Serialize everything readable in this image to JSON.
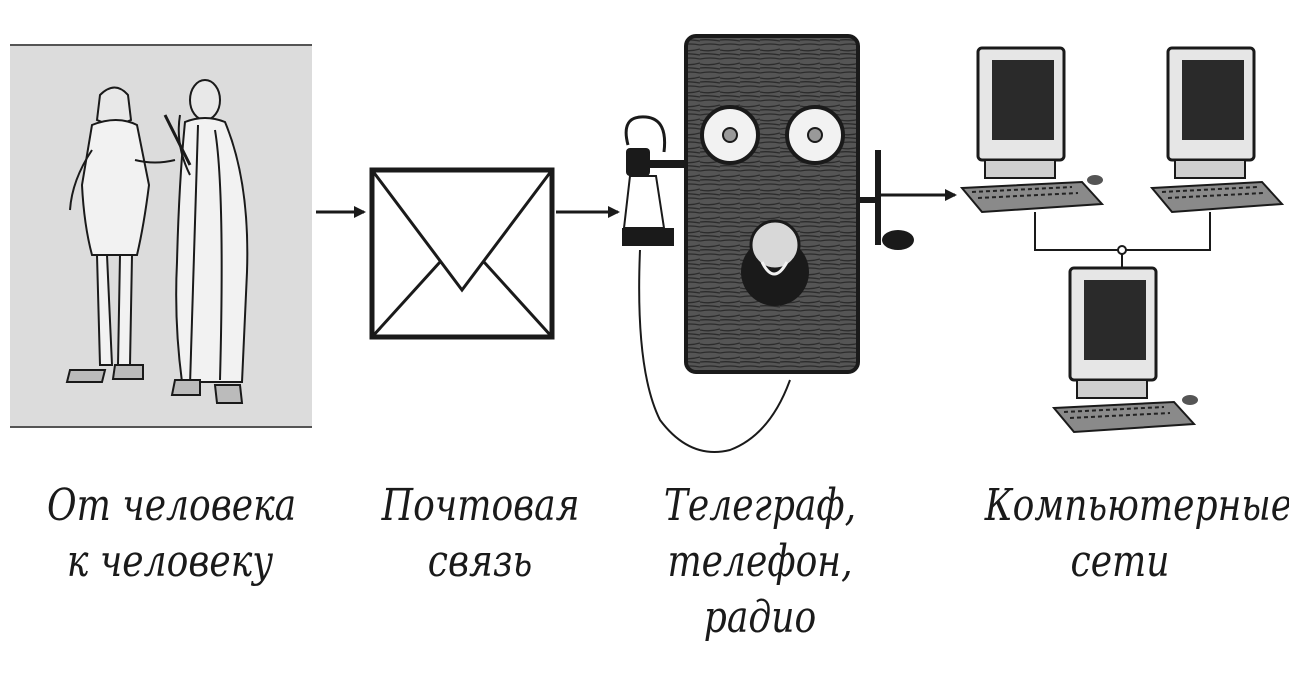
{
  "stages": [
    {
      "id": "people",
      "lines": [
        "От человека",
        "к человеку"
      ],
      "icon": "people-talking-illustration"
    },
    {
      "id": "post",
      "lines": [
        "Почтовая",
        "связь"
      ],
      "icon": "envelope-icon"
    },
    {
      "id": "telecom",
      "lines": [
        "Телеграф,",
        "телефон,",
        "радио"
      ],
      "icon": "wall-telephone-illustration"
    },
    {
      "id": "network",
      "lines": [
        "Компьютерные",
        "сети"
      ],
      "icon": "computer-network-illustration"
    }
  ],
  "colors": {
    "ink": "#1a1a1a",
    "panel": "#dcdcdc",
    "wood": "#4a4a4a"
  }
}
